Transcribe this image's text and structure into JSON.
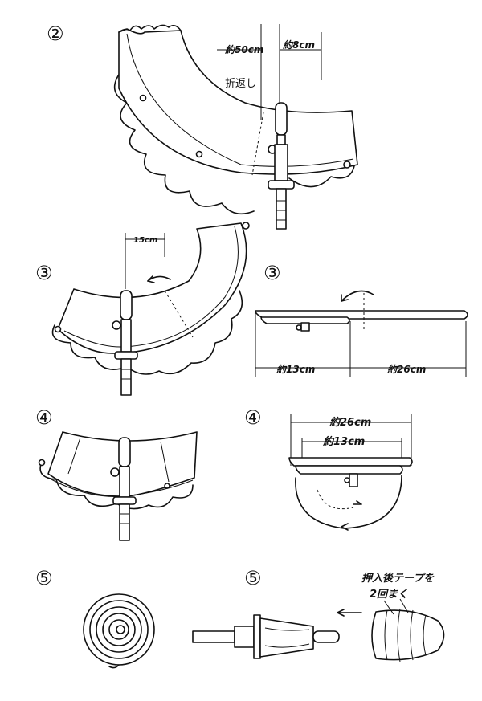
{
  "steps": {
    "s2": "②",
    "s3a": "③",
    "s3b": "③",
    "s4a": "④",
    "s4b": "④",
    "s5a": "⑤",
    "s5b": "⑤"
  },
  "labels": {
    "about50cm": "約50cm",
    "about8cm": "約8cm",
    "foldback": "折返し",
    "cm15": "15cm",
    "about13cm_a": "約13cm",
    "about26cm_a": "約26cm",
    "about26cm_b": "約26cm",
    "about13cm_b": "約13cm",
    "tape_line1": "押入後テープを",
    "tape_line2": "2回まく"
  }
}
